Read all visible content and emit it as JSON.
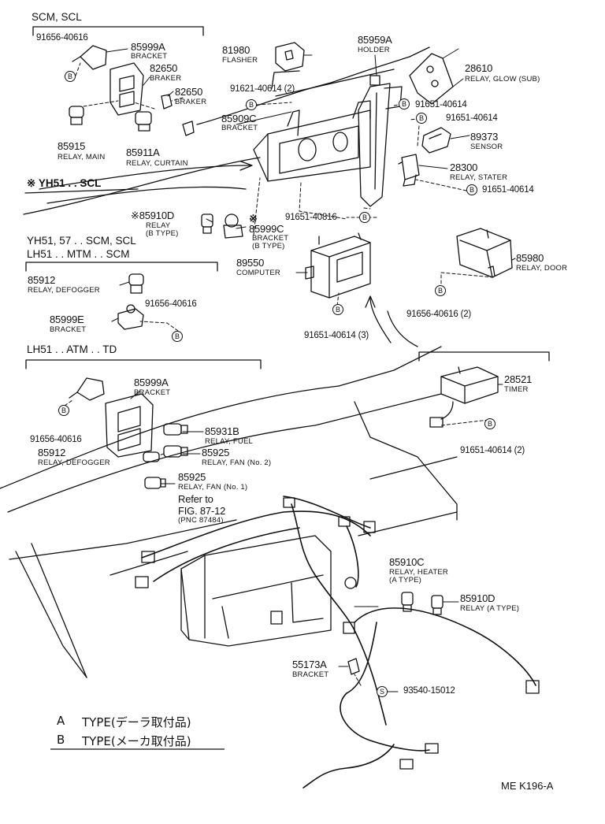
{
  "headers": {
    "scm_scl": "SCM, SCL",
    "yh51_scl": "※ YH51 . . SCL",
    "yh51_57": "YH51, 57 . . SCM, SCL",
    "lh51_mtm": "LH51 . . MTM . . SCM",
    "lh51_atm": "LH51 . . ATM . . TD"
  },
  "parts": [
    {
      "id": "p91656a",
      "number": "91656-40616",
      "name": ""
    },
    {
      "id": "p85999a",
      "number": "85999A",
      "name": "BRACKET"
    },
    {
      "id": "p82650a",
      "number": "82650",
      "name": "BRAKER"
    },
    {
      "id": "p82650b",
      "number": "82650",
      "name": "BRAKER"
    },
    {
      "id": "p85915",
      "number": "85915",
      "name": "RELAY, MAIN"
    },
    {
      "id": "p85911a",
      "number": "85911A",
      "name": "RELAY, CURTAIN"
    },
    {
      "id": "p81980",
      "number": "81980",
      "name": "FLASHER"
    },
    {
      "id": "p91621",
      "number": "91621-40614 (2)",
      "name": ""
    },
    {
      "id": "p85909c",
      "number": "85909C",
      "name": "BRACKET"
    },
    {
      "id": "p85959a",
      "number": "85959A",
      "name": "HOLDER"
    },
    {
      "id": "p28610",
      "number": "28610",
      "name": "RELAY, GLOW (SUB)"
    },
    {
      "id": "p91651a",
      "number": "91651-40614",
      "name": ""
    },
    {
      "id": "p91651b",
      "number": "91651-40614",
      "name": ""
    },
    {
      "id": "p89373",
      "number": "89373",
      "name": "SENSOR"
    },
    {
      "id": "p28300",
      "number": "28300",
      "name": "RELAY, STATER"
    },
    {
      "id": "p91651c",
      "number": "91651-40614",
      "name": ""
    },
    {
      "id": "p85910d_b",
      "number": "※85910D",
      "name": "RELAY\n(B TYPE)"
    },
    {
      "id": "p85999c",
      "number": "85999C",
      "name": "BRACKET\n(B TYPE)"
    },
    {
      "id": "p91651_816",
      "number": "91651-40816",
      "name": ""
    },
    {
      "id": "p89550",
      "number": "89550",
      "name": "COMPUTER"
    },
    {
      "id": "p85980",
      "number": "85980",
      "name": "RELAY, DOOR"
    },
    {
      "id": "p91656_2",
      "number": "91656-40616 (2)",
      "name": ""
    },
    {
      "id": "p85912a",
      "number": "85912",
      "name": "RELAY, DEFOGGER"
    },
    {
      "id": "p91656b",
      "number": "91656-40616",
      "name": ""
    },
    {
      "id": "p85999e",
      "number": "85999E",
      "name": "BRACKET"
    },
    {
      "id": "p91651_3",
      "number": "91651-40614 (3)",
      "name": ""
    },
    {
      "id": "p28521",
      "number": "28521",
      "name": "TIMER"
    },
    {
      "id": "p91651_2",
      "number": "91651-40614 (2)",
      "name": ""
    },
    {
      "id": "p85999a2",
      "number": "85999A",
      "name": "BRACKET"
    },
    {
      "id": "p91656c",
      "number": "91656-40616",
      "name": ""
    },
    {
      "id": "p85931b",
      "number": "85931B",
      "name": "RELAY, FUEL"
    },
    {
      "id": "p85912b",
      "number": "85912",
      "name": "RELAY, DEFOGGER"
    },
    {
      "id": "p85925a",
      "number": "85925",
      "name": "RELAY, FAN (No. 2)"
    },
    {
      "id": "p85925b",
      "number": "85925",
      "name": "RELAY, FAN (No. 1)"
    },
    {
      "id": "pref",
      "number": "Refer to\nFIG. 87-12",
      "name": "(PNC 87484)"
    },
    {
      "id": "p85910c",
      "number": "85910C",
      "name": "RELAY, HEATER\n(A TYPE)"
    },
    {
      "id": "p85910d_a",
      "number": "85910D",
      "name": "RELAY (A TYPE)"
    },
    {
      "id": "p55173a",
      "number": "55173A",
      "name": "BRACKET"
    },
    {
      "id": "p93540",
      "number": "93540-15012",
      "name": ""
    }
  ],
  "legend": {
    "a_letter": "A",
    "a_text": "TYPE(デーラ取付品)",
    "b_letter": "B",
    "b_text": "TYPE(メーカ取付品)"
  },
  "markers": {
    "b": "B",
    "s": "S"
  },
  "footer_code": "ME  K196-A"
}
